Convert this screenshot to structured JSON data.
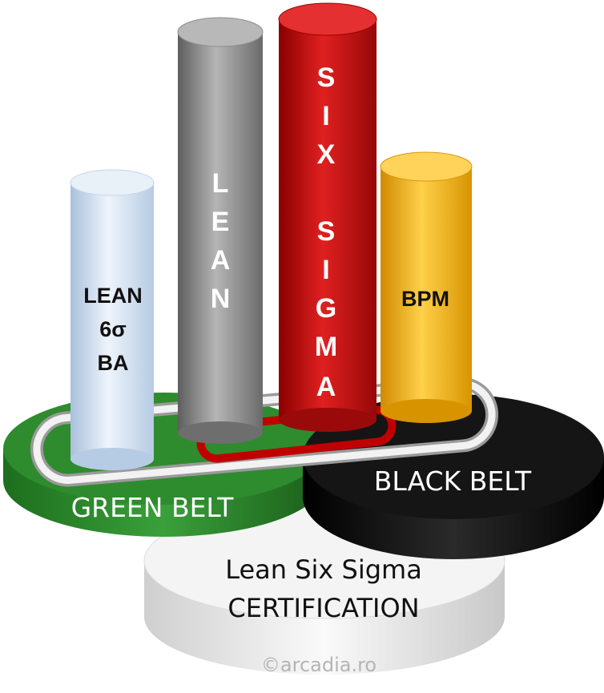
{
  "pillars": {
    "ba": {
      "line1": "LEAN",
      "line2": "6σ",
      "line3": "BA"
    },
    "lean": {
      "letters": [
        "L",
        "E",
        "A",
        "N"
      ]
    },
    "six_sigma": {
      "letters": [
        "S",
        "I",
        "X",
        "",
        "S",
        "I",
        "G",
        "M",
        "A"
      ]
    },
    "bpm": {
      "label": "BPM"
    }
  },
  "platforms": {
    "green": {
      "label": "GREEN BELT"
    },
    "black": {
      "label": "BLACK BELT"
    },
    "base": {
      "line1": "Lean Six Sigma",
      "line2": "CERTIFICATION"
    }
  },
  "watermark": {
    "text": "©arcadia.ro"
  },
  "colors": {
    "green_belt": "#2e8b2e",
    "black_belt": "#111111",
    "base_platform": "#e8e8e8",
    "pillar_ba": "#cfdff0",
    "pillar_lean": "#8a8a8a",
    "pillar_six_sigma": "#c01010",
    "pillar_bpm": "#f0b020"
  }
}
